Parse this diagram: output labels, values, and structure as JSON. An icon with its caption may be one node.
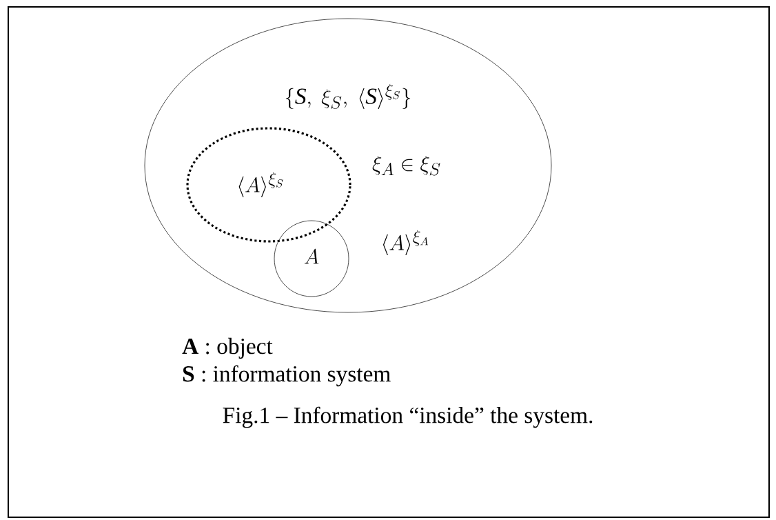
{
  "diagram": {
    "caption": "Fig.1 – Information “inside” the system.",
    "nodes": [
      {
        "text": [
          "\\{\\mathbf{\\mathit{S}},\\ \\xi_{S},\\ \\langle \\mathit{S}\\rangle^{\\xi_{S}}\\}"
        ]
      },
      {
        "text": [
          "\\langle A\\rangle^{\\xi_{S}}"
        ],
        "in": 0
      },
      {
        "text": [
          "A"
        ],
        "in": 0
      }
    ],
    "labels": [
      "\\xi_{A}\\in\\xi_{S}",
      "\\langle A\\rangle^{\\xi_{A}}",
      "**A** : object",
      "**S** : information system"
    ]
  }
}
